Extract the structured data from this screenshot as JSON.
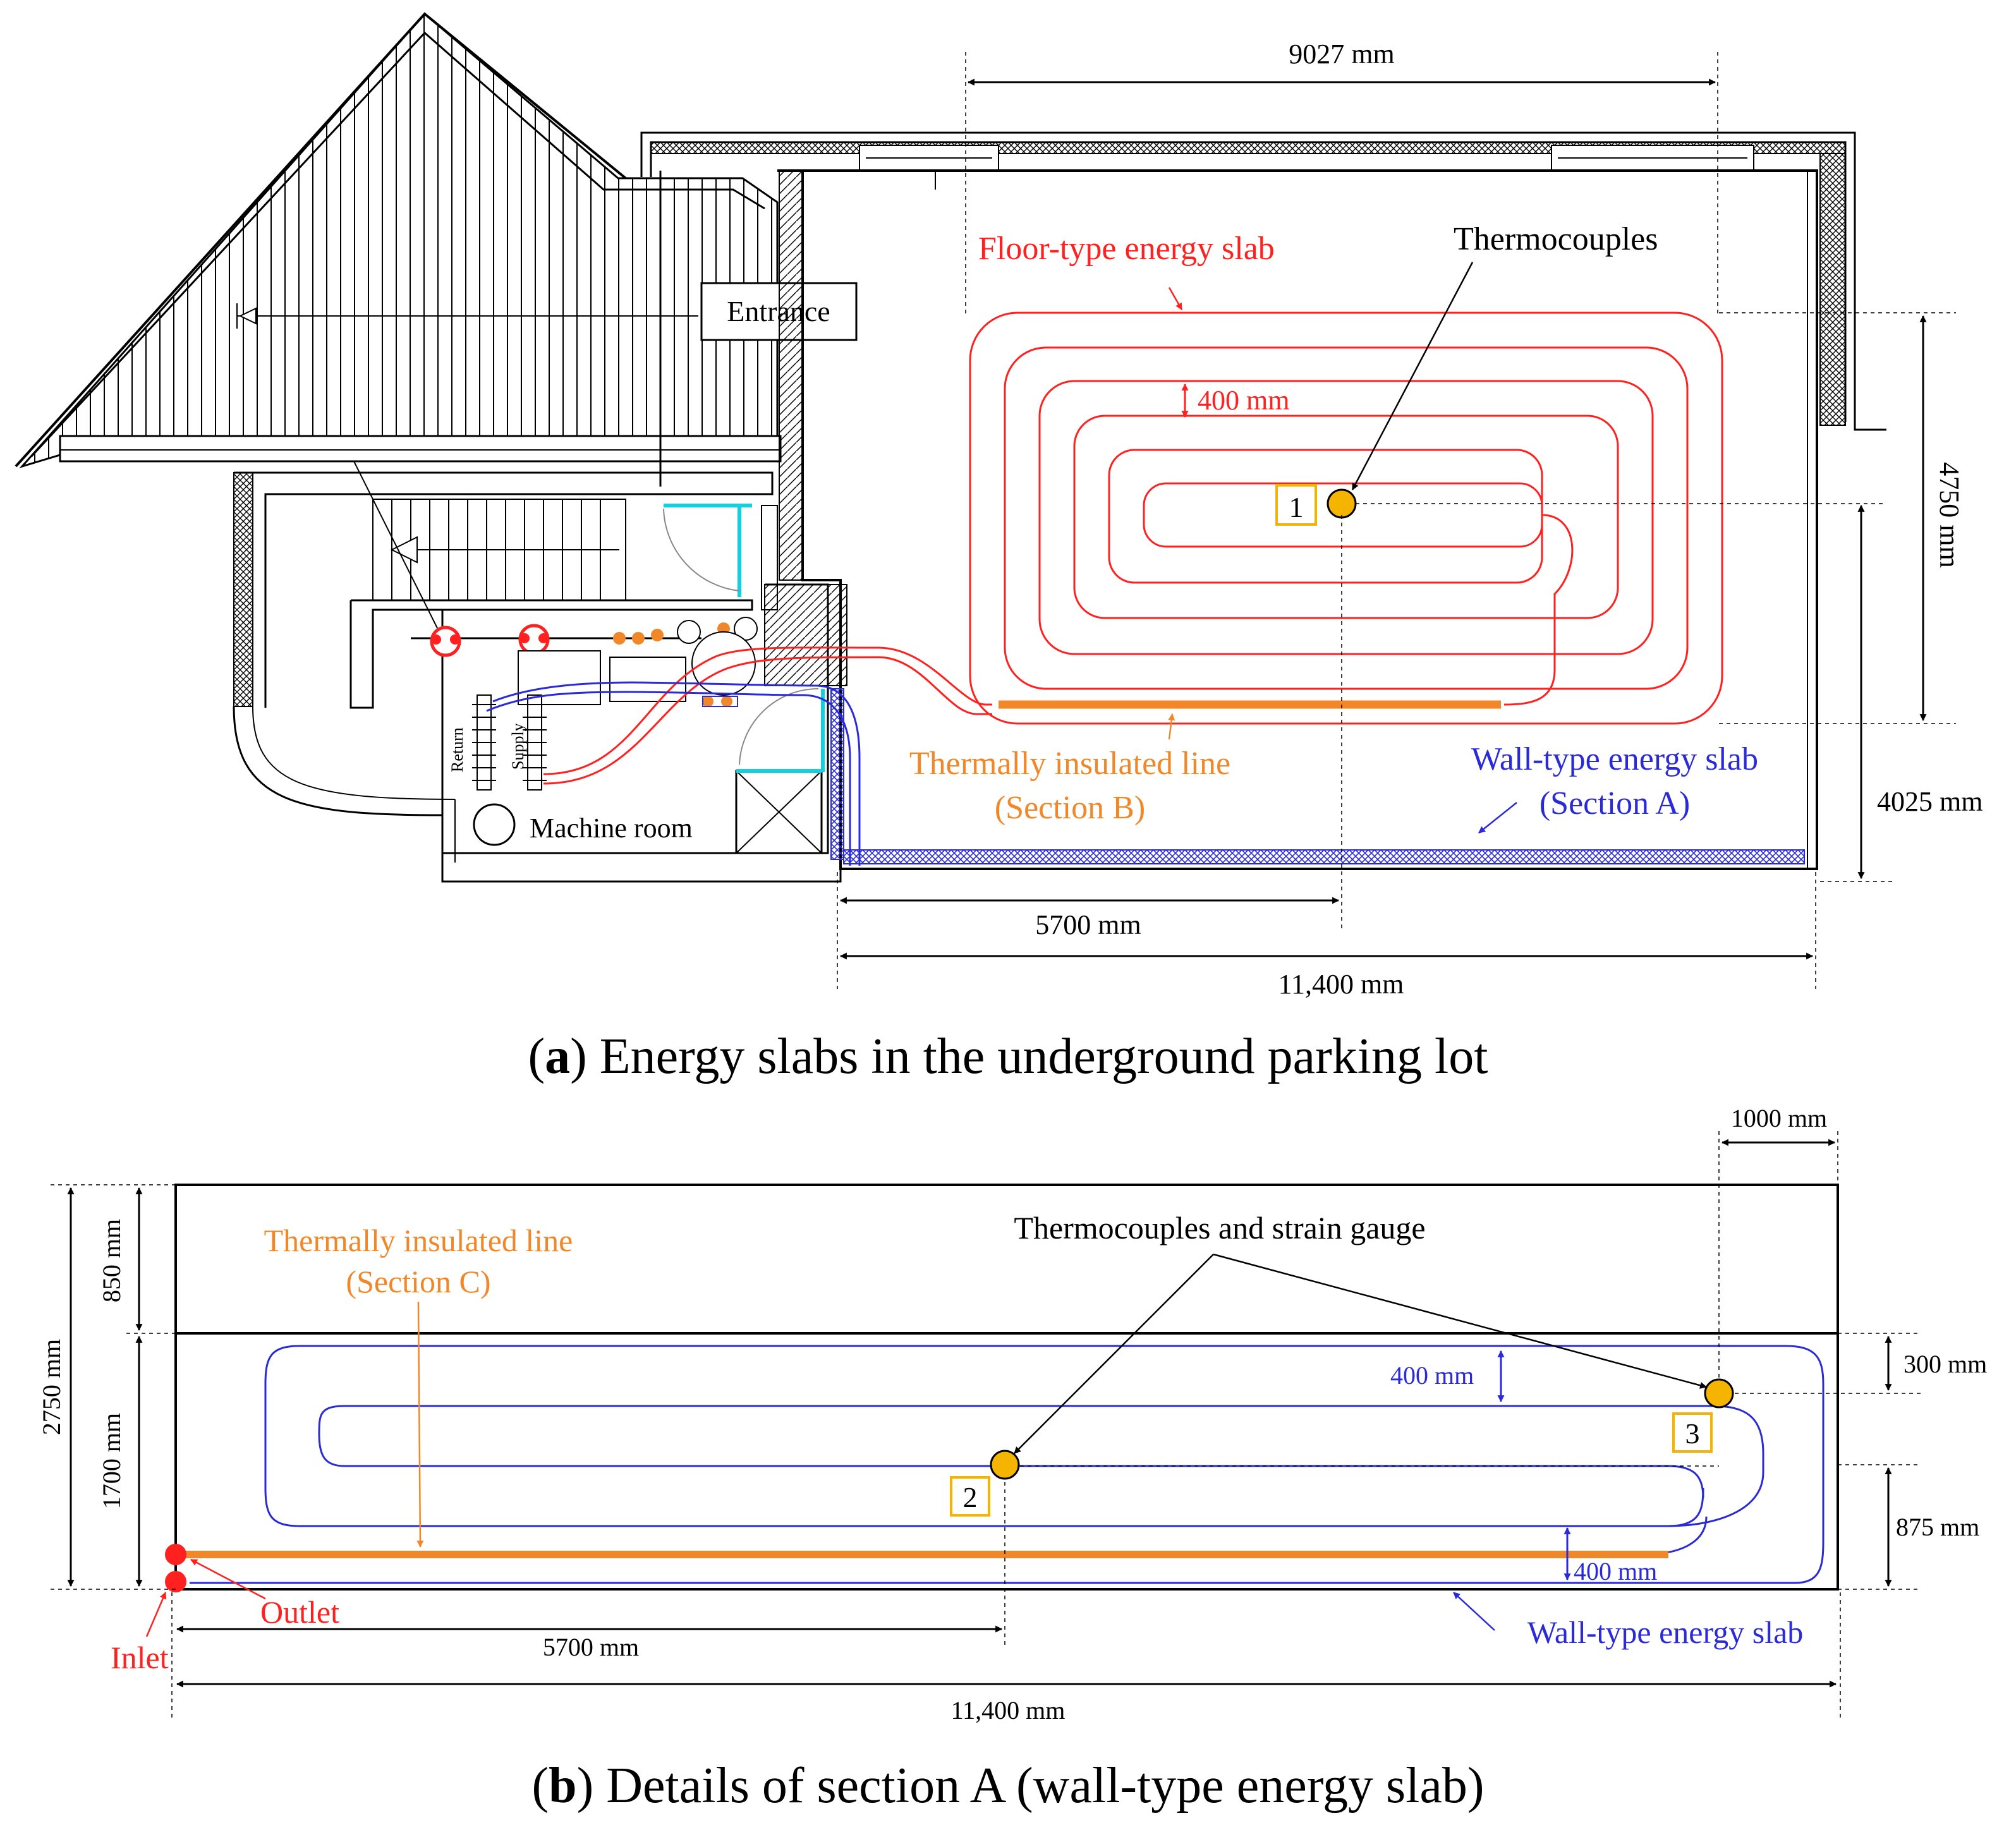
{
  "colors": {
    "floor_loop": "#ff2020",
    "wall_loop": "#2a2ad8",
    "insulated": "#f0882a",
    "sensor_fill": "#f5b400",
    "sensor_box": "#f5b400",
    "cyan": "#11d0e0",
    "black": "#000000"
  },
  "panel_a": {
    "caption_letter": "a",
    "caption_text": ") Energy slabs in the underground parking lot",
    "dims": {
      "top_width": "9027 mm",
      "loop_pitch": "400 mm",
      "loop_height": "4750 mm",
      "lower_height": "4025 mm",
      "half_length": "5700 mm",
      "full_length": "11,400 mm"
    },
    "labels": {
      "floor_slab": "Floor-type energy slab",
      "thermocouples": "Thermocouples",
      "entrance": "Entrance",
      "insulated_line": "Thermally insulated line",
      "section_b": "(Section B)",
      "wall_slab": "Wall-type energy slab",
      "section_a": "(Section A)",
      "machine_room": "Machine room",
      "return": "Return",
      "supply": "Supply",
      "sensor_1": "1"
    }
  },
  "panel_b": {
    "caption_letter": "b",
    "caption_text": ") Details of section A (wall-type energy slab)",
    "dims": {
      "right_offset": "1000 mm",
      "top_band": "850 mm",
      "total_height": "2750 mm",
      "loop_band": "1700 mm",
      "pitch_top": "400 mm",
      "top_gap": "300 mm",
      "lower_gap": "875 mm",
      "pitch_bottom": "400 mm",
      "half_length": "5700 mm",
      "full_length": "11,400 mm"
    },
    "labels": {
      "insulated_line": "Thermally insulated line",
      "section_c": "(Section C)",
      "thermo_strain": "Thermocouples and strain gauge",
      "outlet": "Outlet",
      "inlet": "Inlet",
      "wall_slab": "Wall-type energy slab",
      "sensor_2": "2",
      "sensor_3": "3"
    }
  }
}
